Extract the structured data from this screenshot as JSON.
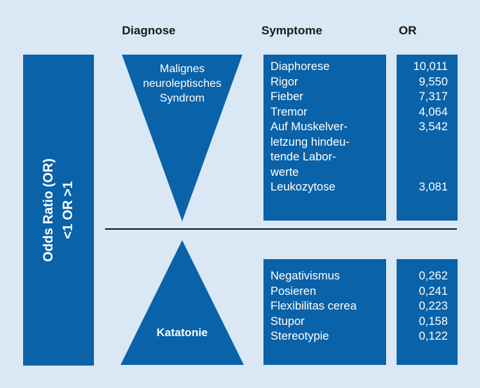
{
  "headers": {
    "diagnose": "Diagnose",
    "symptome": "Symptome",
    "or": "OR"
  },
  "side_label": {
    "line1": "Odds Ratio (OR)",
    "line2": "<1 OR >1"
  },
  "diagnoses": {
    "top": [
      "Malignes",
      "neuroleptisches",
      "Syndrom"
    ],
    "bottom": "Katatonie"
  },
  "top_symptoms": [
    {
      "label": "Diaphorese",
      "or": "10,011"
    },
    {
      "label": "Rigor",
      "or": "9,550"
    },
    {
      "label": "Fieber",
      "or": "7,317"
    },
    {
      "label": "Tremor",
      "or": "4,064"
    },
    {
      "label": "Auf Muskelver-",
      "or": "3,542"
    },
    {
      "label": "letzung hindeu-",
      "or": ""
    },
    {
      "label": "tende Labor-",
      "or": ""
    },
    {
      "label": "werte",
      "or": ""
    },
    {
      "label": "Leukozytose",
      "or": "3,081"
    }
  ],
  "bottom_symptoms": [
    {
      "label": "Negativismus",
      "or": "0,262"
    },
    {
      "label": "Posieren",
      "or": "0,241"
    },
    {
      "label": "Flexibilitas cerea",
      "or": "0,223"
    },
    {
      "label": "Stupor",
      "or": "0,158"
    },
    {
      "label": "Stereotypie",
      "or": "0,122"
    }
  ],
  "colors": {
    "background": "#d9e8f4",
    "box": "#0a62a8",
    "text": "#1a1a1a"
  }
}
